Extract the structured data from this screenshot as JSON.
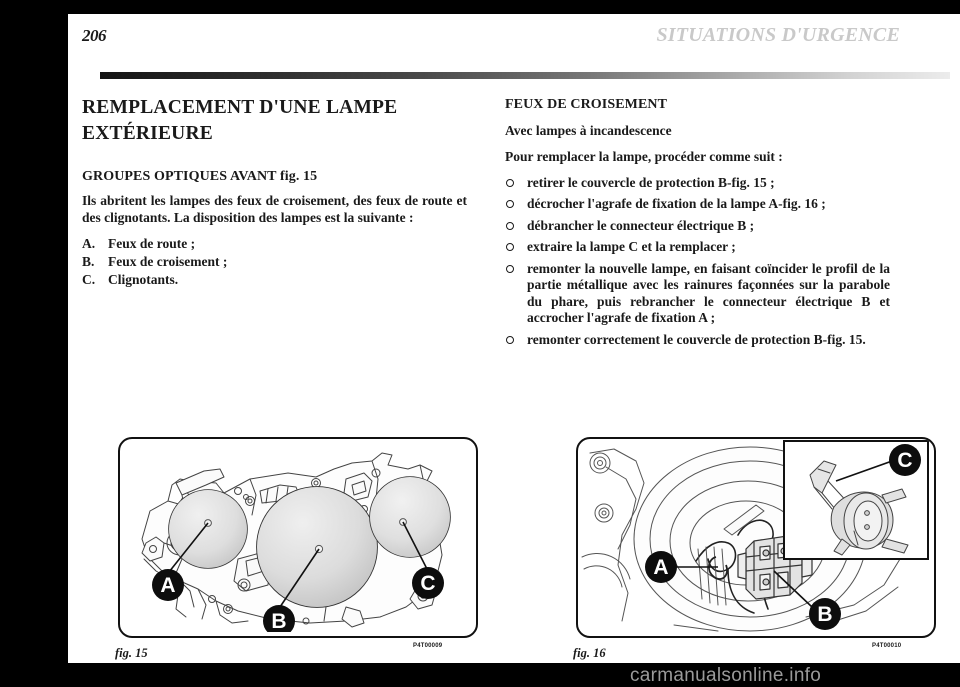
{
  "page": {
    "number": "206",
    "header_title": "SITUATIONS D'URGENCE",
    "watermark": "carmanualsonline.info"
  },
  "left_column": {
    "section_title_line1": "REMPLACEMENT D'UNE LAMPE",
    "section_title_line2": "EXTÉRIEURE",
    "sub_title": "GROUPES OPTIQUES AVANT fig. 15",
    "intro_paragraph": "Ils abritent les lampes des feux de croisement, des feux de route et des clignotants. La disposition des lampes est la suivante :",
    "lamp_list": [
      {
        "marker": "A.",
        "text": "Feux de route ;"
      },
      {
        "marker": "B.",
        "text": "Feux de croisement ;"
      },
      {
        "marker": "C.",
        "text": "Clignotants."
      }
    ]
  },
  "right_column": {
    "sub_title": "FEUX DE CROISEMENT",
    "sub_sub_title": "Avec lampes à incandescence",
    "intro_paragraph": "Pour remplacer la lampe, procéder comme suit :",
    "steps": [
      "retirer le couvercle de protection B-fig. 15 ;",
      "décrocher l'agrafe de fixation de la lampe A-fig. 16 ;",
      "débrancher le connecteur électrique B ;",
      "extraire la lampe C et la remplacer ;",
      "remonter la nouvelle lampe, en faisant coïncider le profil de la partie métallique avec les rainures façonnées sur la parabole du phare, puis rebrancher le connecteur électrique B et accrocher l'agrafe de fixation A ;",
      "remonter correctement le couvercle de protection B-fig. 15."
    ]
  },
  "figures": [
    {
      "id": "fig-15",
      "caption": "fig. 15",
      "code": "P4T00009",
      "alt": "headlight-assembly-front-view",
      "callouts": [
        {
          "label": "A",
          "meaning": "high-beam-lamp"
        },
        {
          "label": "B",
          "meaning": "low-beam-lamp"
        },
        {
          "label": "C",
          "meaning": "turn-indicator-lamp"
        }
      ]
    },
    {
      "id": "fig-16",
      "caption": "fig. 16",
      "code": "P4T00010",
      "alt": "headlight-rear-bulb-access",
      "callouts": [
        {
          "label": "A",
          "meaning": "retaining-clip"
        },
        {
          "label": "B",
          "meaning": "electrical-connector"
        },
        {
          "label": "C",
          "meaning": "bulb"
        }
      ]
    }
  ]
}
